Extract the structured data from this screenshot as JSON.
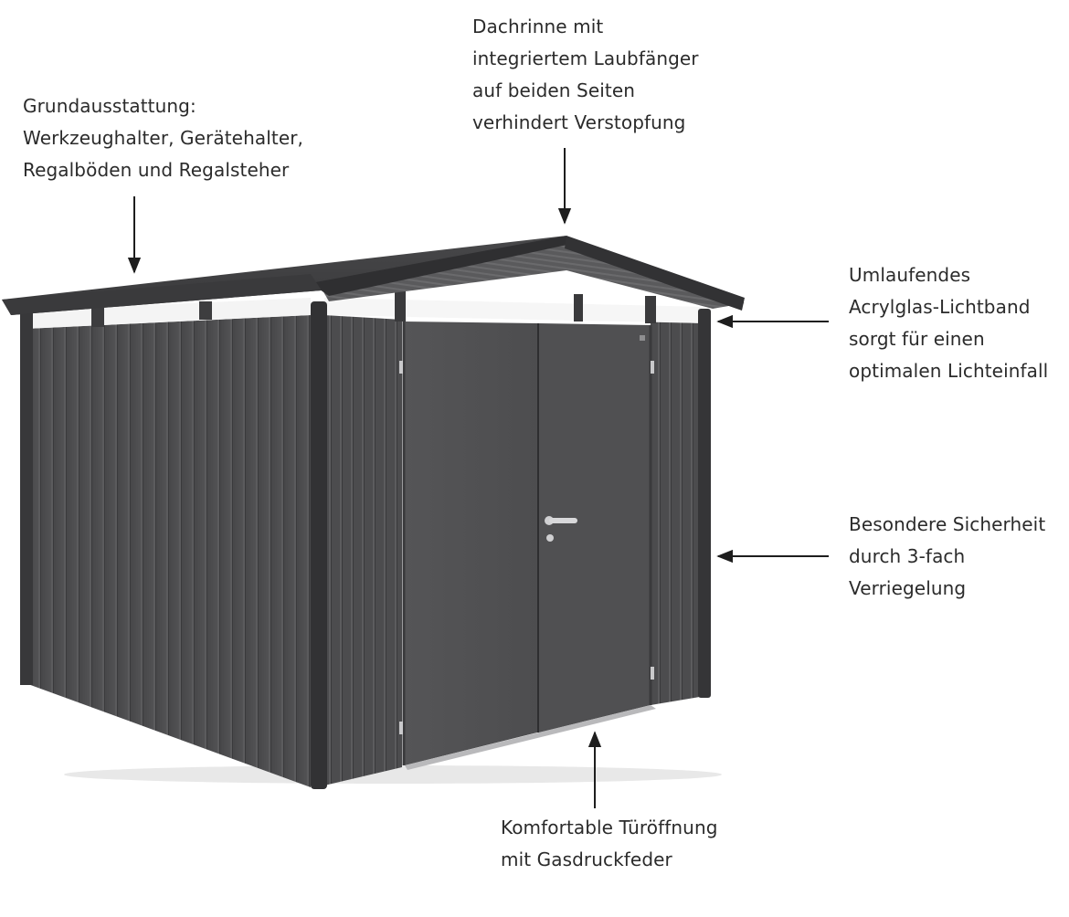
{
  "callouts": {
    "equipment": [
      "Grundausstattung:",
      "Werkzeughalter, Gerätehalter,",
      "Regalböden und Regalsteher"
    ],
    "gutter": [
      "Dachrinne mit",
      "integriertem Laubfänger",
      "auf beiden Seiten",
      "verhindert Verstopfung"
    ],
    "skylight": [
      "Umlaufendes",
      "Acrylglas-Lichtband",
      "sorgt für einen",
      "optimalen Lichteinfall"
    ],
    "security": [
      "Besondere Sicherheit",
      "durch 3-fach",
      "Verriegelung"
    ],
    "door": [
      "Komfortable Türöffnung",
      "mit Gasdruckfeder"
    ]
  },
  "colors": {
    "text": "#2b2b2b",
    "arrow": "#1e1e1e",
    "roof": "#3c3c3e",
    "wall": "#4a4a4c",
    "door": "#525254",
    "post": "#38383a"
  }
}
